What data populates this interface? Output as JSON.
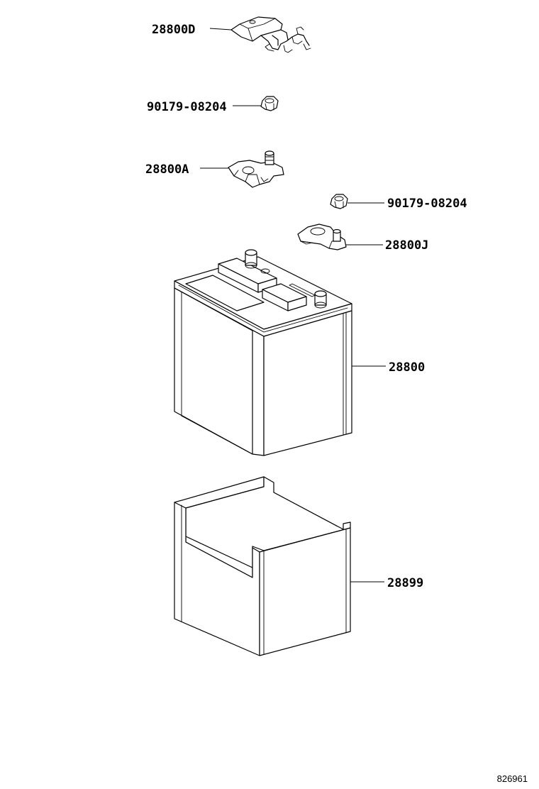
{
  "diagram": {
    "figure_number": "826961",
    "callouts": [
      {
        "id": "terminal-cover",
        "label": "28800D"
      },
      {
        "id": "nut-upper",
        "label": "90179-08204"
      },
      {
        "id": "terminal-negative",
        "label": "28800A"
      },
      {
        "id": "nut-lower",
        "label": "90179-08204"
      },
      {
        "id": "terminal-positive",
        "label": "28800J"
      },
      {
        "id": "battery",
        "label": "28800"
      },
      {
        "id": "battery-tray",
        "label": "28899"
      }
    ]
  },
  "colors": {
    "ink": "#000000",
    "paper": "#ffffff"
  }
}
